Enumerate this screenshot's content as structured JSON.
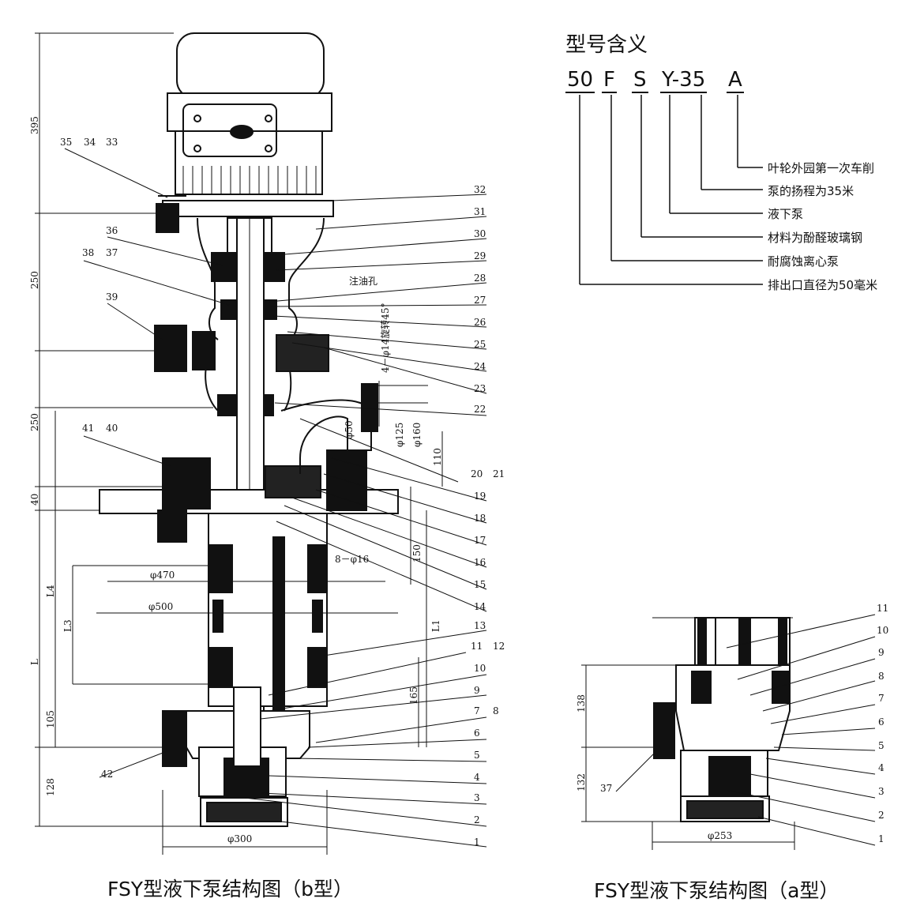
{
  "model_meaning": {
    "title": "型号含义",
    "code_parts": [
      "50",
      "F",
      "S",
      "Y-35",
      "A"
    ],
    "meanings": [
      "叶轮外园第一次车削",
      "泵的扬程为35米",
      "液下泵",
      "材料为酚醛玻璃钢",
      "耐腐蚀离心泵",
      "排出口直径为50毫米"
    ]
  },
  "diagram_b": {
    "caption": "FSY型液下泵结构图（b型）",
    "dimensions": [
      "395",
      "250",
      "250",
      "40",
      "L",
      "L4",
      "L3",
      "105",
      "128",
      "φ470",
      "φ500",
      "φ300",
      "L1",
      "165",
      "150",
      "110",
      "φ50",
      "φ125",
      "φ160",
      "8－φ16",
      "4－φ14旋转45°"
    ],
    "annotation": "注油孔",
    "part_labels_left": [
      "35",
      "34",
      "33",
      "36",
      "38",
      "37",
      "39",
      "41",
      "40",
      "42"
    ],
    "part_labels_right": [
      "32",
      "31",
      "30",
      "29",
      "28",
      "27",
      "26",
      "25",
      "24",
      "23",
      "22",
      "20",
      "21",
      "19",
      "18",
      "17",
      "16",
      "15",
      "14",
      "13",
      "11",
      "12",
      "10",
      "9",
      "7",
      "8",
      "6",
      "5",
      "4",
      "3",
      "2",
      "1"
    ]
  },
  "diagram_a": {
    "caption": "FSY型液下泵结构图（a型）",
    "dimensions": [
      "138",
      "132",
      "φ253"
    ],
    "part_labels_left": [
      "37"
    ],
    "part_labels_right": [
      "11",
      "10",
      "9",
      "8",
      "7",
      "6",
      "5",
      "4",
      "3",
      "2",
      "1"
    ]
  }
}
